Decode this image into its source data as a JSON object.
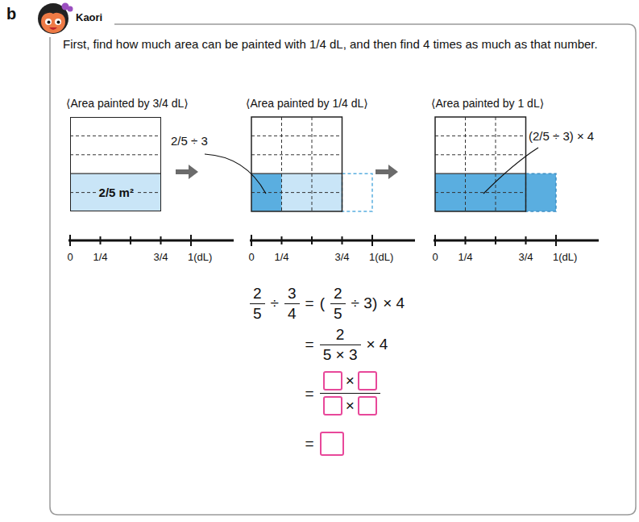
{
  "diagram": {
    "nodes": [
      {
        "text": [
          "Kaori",
          "First, find how much area can be painted with 1/4 dL, and then find 4 times as much as that number."
        ]
      },
      {
        "text": [
          "2/5 m²"
        ],
        "in": 0
      }
    ],
    "labels": [
      "b",
      "⟨Area painted by 3/4 dL⟩",
      "⟨Area painted by 1/4 dL⟩",
      "⟨Area painted by 1 dL⟩",
      "2/5 ÷ 3",
      "(2/5 ÷ 3) × 4",
      "0",
      "1/4",
      "3/4",
      "1(dL)",
      "0",
      "1/4",
      "3/4",
      "1(dL)",
      "0",
      "1/4",
      "3/4",
      "1(dL)",
      "2",
      "5",
      "÷",
      "3",
      "4",
      "=",
      "(",
      "2",
      "5",
      "÷ 3)",
      "× 4",
      "=",
      "2",
      "5 × 3",
      "× 4",
      "=",
      "×",
      "×",
      "="
    ]
  }
}
